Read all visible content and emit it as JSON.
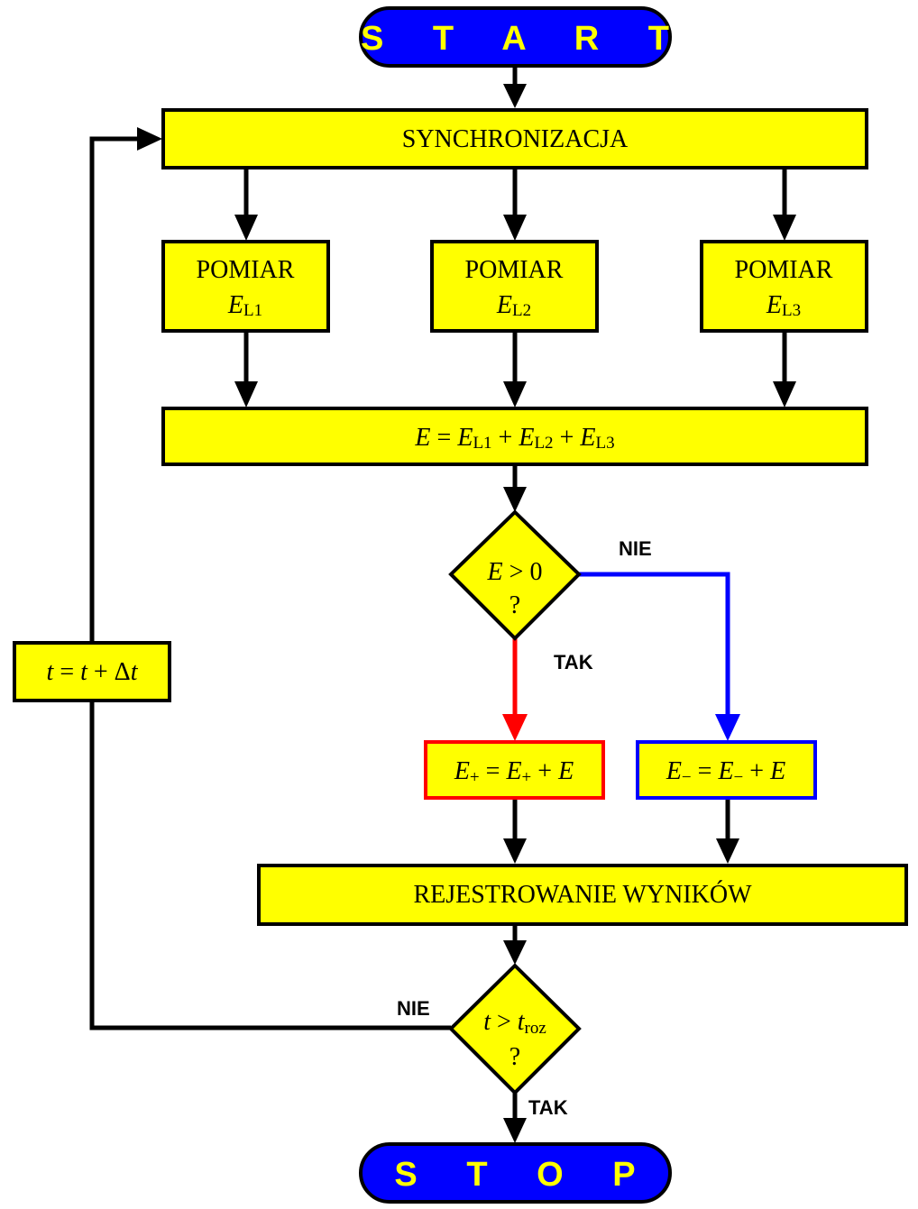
{
  "terminals": {
    "start": "S T A R T",
    "stop": "S T O P"
  },
  "boxes": {
    "sync": "SYNCHRONIZACJA",
    "measure1": {
      "title": "POMIAR",
      "var": "E",
      "sub": "L1"
    },
    "measure2": {
      "title": "POMIAR",
      "var": "E",
      "sub": "L2"
    },
    "measure3": {
      "title": "POMIAR",
      "var": "E",
      "sub": "L3"
    },
    "sum": {
      "lhs": "E",
      "eq": " = ",
      "t1": "E",
      "s1": "L1",
      "plus1": " + ",
      "t2": "E",
      "s2": "L2",
      "plus2": " + ",
      "t3": "E",
      "s3": "L3"
    },
    "eplus": {
      "a": "E",
      "as": "+",
      "eq": " = ",
      "b": "E",
      "bs": "+",
      "plus": " + ",
      "c": "E"
    },
    "eminus": {
      "a": "E",
      "as": "−",
      "eq": " = ",
      "b": "E",
      "bs": "−",
      "plus": " + ",
      "c": "E"
    },
    "register": "REJESTROWANIE WYNIKÓW",
    "increment": {
      "t1": "t",
      "eq": " = ",
      "t2": "t",
      "plus": " + Δ",
      "t3": "t"
    }
  },
  "decisions": {
    "d1": {
      "var": "E",
      "rest": " > 0",
      "q": "?"
    },
    "d2": {
      "var": "t",
      "rest": " > ",
      "var2": "t",
      "sub": "roz",
      "q": "?"
    }
  },
  "labels": {
    "d1_no": "NIE",
    "d1_yes": "TAK",
    "d2_no": "NIE",
    "d2_yes": "TAK"
  },
  "colors": {
    "box_fill": "#ffff00",
    "terminal_fill": "#0000ff",
    "terminal_text": "#ffff00",
    "yes_branch": "#ff0000",
    "no_branch": "#0000ff",
    "line": "#000000"
  }
}
